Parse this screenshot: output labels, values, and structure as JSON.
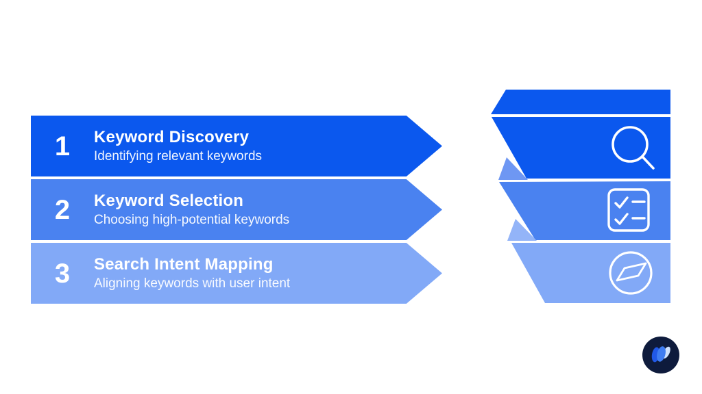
{
  "canvas": {
    "background": "#ffffff",
    "text_color": "#ffffff"
  },
  "steps": [
    {
      "number": "1",
      "title": "Keyword Discovery",
      "description": "Identifying relevant keywords",
      "arrow_color": "#0b58ee",
      "icon": "search-icon"
    },
    {
      "number": "2",
      "title": "Keyword Selection",
      "description": "Choosing high-potential keywords",
      "arrow_color": "#4a82f0",
      "icon": "checklist-icon"
    },
    {
      "number": "3",
      "title": "Search Intent Mapping",
      "description": "Aligning keywords with user intent",
      "arrow_color": "#82a9f7",
      "icon": "compass-icon"
    }
  ],
  "ribbon": {
    "cap_color": "#0b58ee",
    "band_colors": [
      "#0b58ee",
      "#4a82f0",
      "#82a9f7"
    ],
    "fold_colors": [
      "#6e97f3",
      "#93b4f8"
    ],
    "icon_color": "#ffffff"
  },
  "logo": {
    "background_color": "#0e1b3c",
    "mark_colors": [
      "#2159e8",
      "#3f7df2",
      "#cfe2fd"
    ]
  }
}
